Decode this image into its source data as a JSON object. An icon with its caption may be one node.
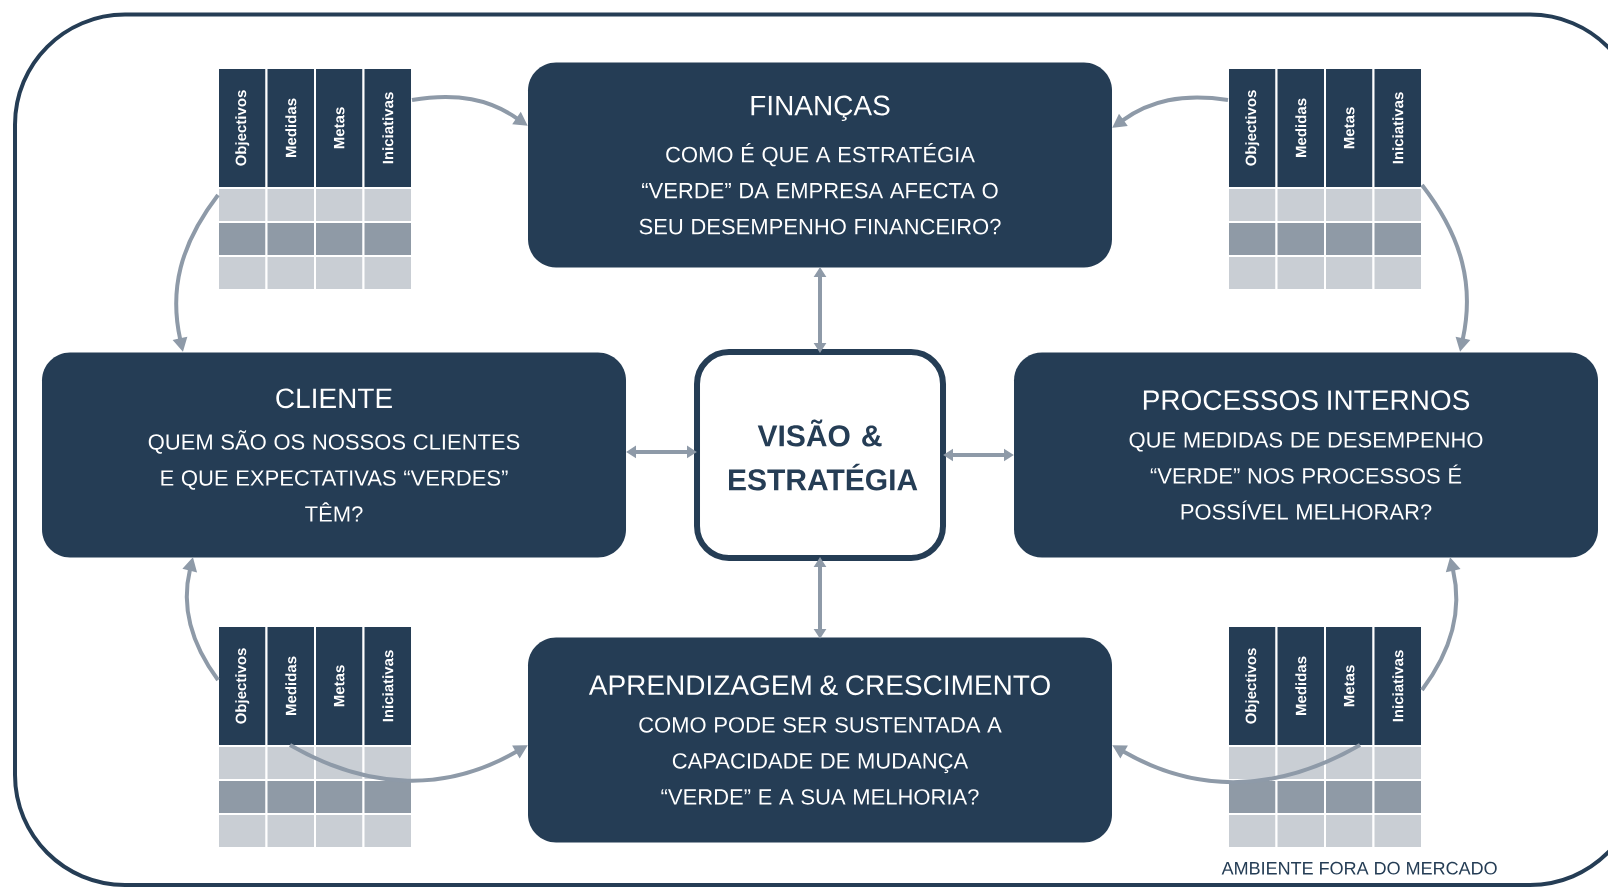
{
  "diagram": {
    "nodes": [
      {
        "text": [
          "AMBIENTE FORA DO MERCADO"
        ]
      },
      {
        "text": [
          "Objectivos",
          "Medidas",
          "Metas",
          "Iniciativas"
        ],
        "in": 0
      },
      {
        "text": [
          "FINANÇAS",
          "COMO É QUE A ESTRATÉGIA “VERDE” DA EMPRESA AFECTA O SEU DESEMPENHO FINANCEIRO?"
        ],
        "in": 0
      },
      {
        "text": [
          "Objectivos",
          "Medidas",
          "Metas",
          "Iniciativas"
        ],
        "in": 0
      },
      {
        "text": [
          "CLIENTE",
          "QUEM SÃO OS NOSSOS CLIENTES E QUE EXPECTATIVAS “VERDES” TÊM?"
        ],
        "in": 0
      },
      {
        "text": [
          "VISÃO & ESTRATÉGIA"
        ],
        "in": 0
      },
      {
        "text": [
          "PROCESSOS INTERNOS",
          "QUE MEDIDAS DE DESEMPENHO “VERDE” NOS PROCESSOS É POSSÍVEL MELHORAR?"
        ],
        "in": 0
      },
      {
        "text": [
          "Objectivos",
          "Medidas",
          "Metas",
          "Iniciativas"
        ],
        "in": 0
      },
      {
        "text": [
          "APRENDIZAGEM & CRESCIMENTO",
          "COMO PODE SER SUSTENTADA A CAPACIDADE DE MUDANÇA “VERDE” E A SUA MELHORIA?"
        ],
        "in": 0
      },
      {
        "text": [
          "Objectivos",
          "Medidas",
          "Metas",
          "Iniciativas"
        ],
        "in": 0
      }
    ],
    "edges": [
      {
        "from": 1,
        "to": 2,
        "arrow": "to"
      },
      {
        "from": 1,
        "to": 4,
        "arrow": "to"
      },
      {
        "from": 3,
        "to": 2,
        "arrow": "to"
      },
      {
        "from": 3,
        "to": 6,
        "arrow": "to"
      },
      {
        "from": 7,
        "to": 4,
        "arrow": "to"
      },
      {
        "from": 7,
        "to": 8,
        "arrow": "to"
      },
      {
        "from": 9,
        "to": 8,
        "arrow": "to"
      },
      {
        "from": 9,
        "to": 6,
        "arrow": "to"
      },
      {
        "from": 2,
        "to": 5,
        "arrow": "both"
      },
      {
        "from": 4,
        "to": 5,
        "arrow": "both"
      },
      {
        "from": 5,
        "to": 6,
        "arrow": "both"
      },
      {
        "from": 5,
        "to": 8,
        "arrow": "both"
      }
    ]
  }
}
